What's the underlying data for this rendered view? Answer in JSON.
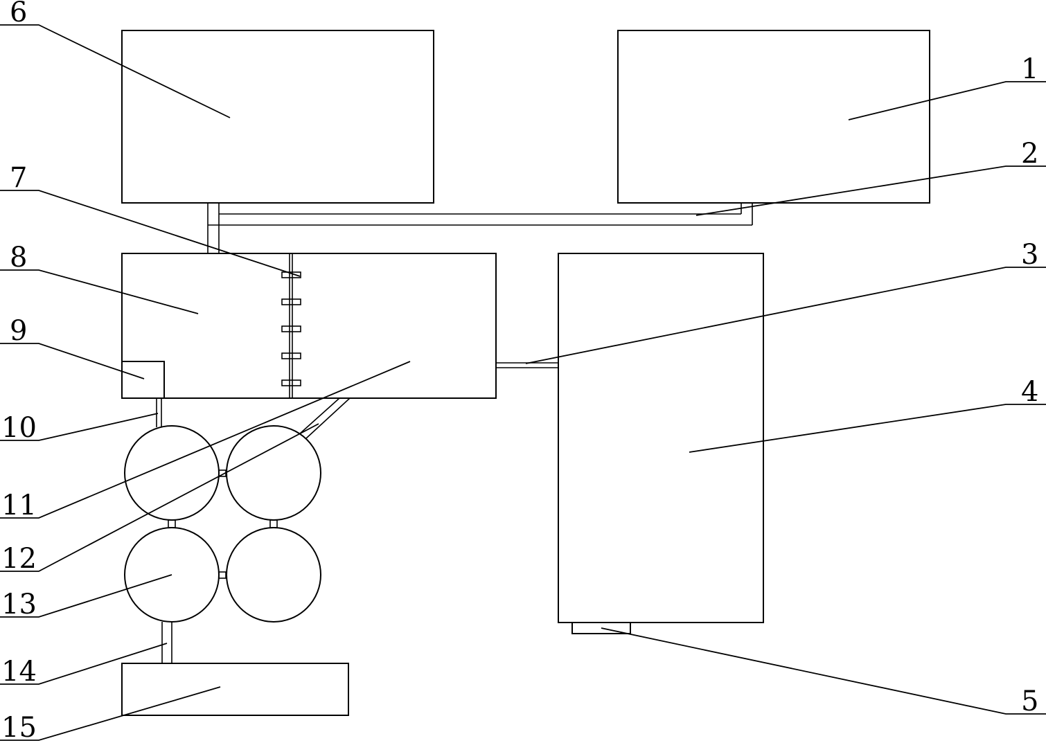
{
  "colors": {
    "line": "#000000",
    "background": "#ffffff"
  },
  "labels": {
    "l1": "1",
    "l2": "2",
    "l3": "3",
    "l4": "4",
    "l5": "5",
    "l6": "6",
    "l7": "7",
    "l8": "8",
    "l9": "9",
    "l10": "10",
    "l11": "11",
    "l12": "12",
    "l13": "13",
    "l14": "14",
    "l15": "15"
  }
}
